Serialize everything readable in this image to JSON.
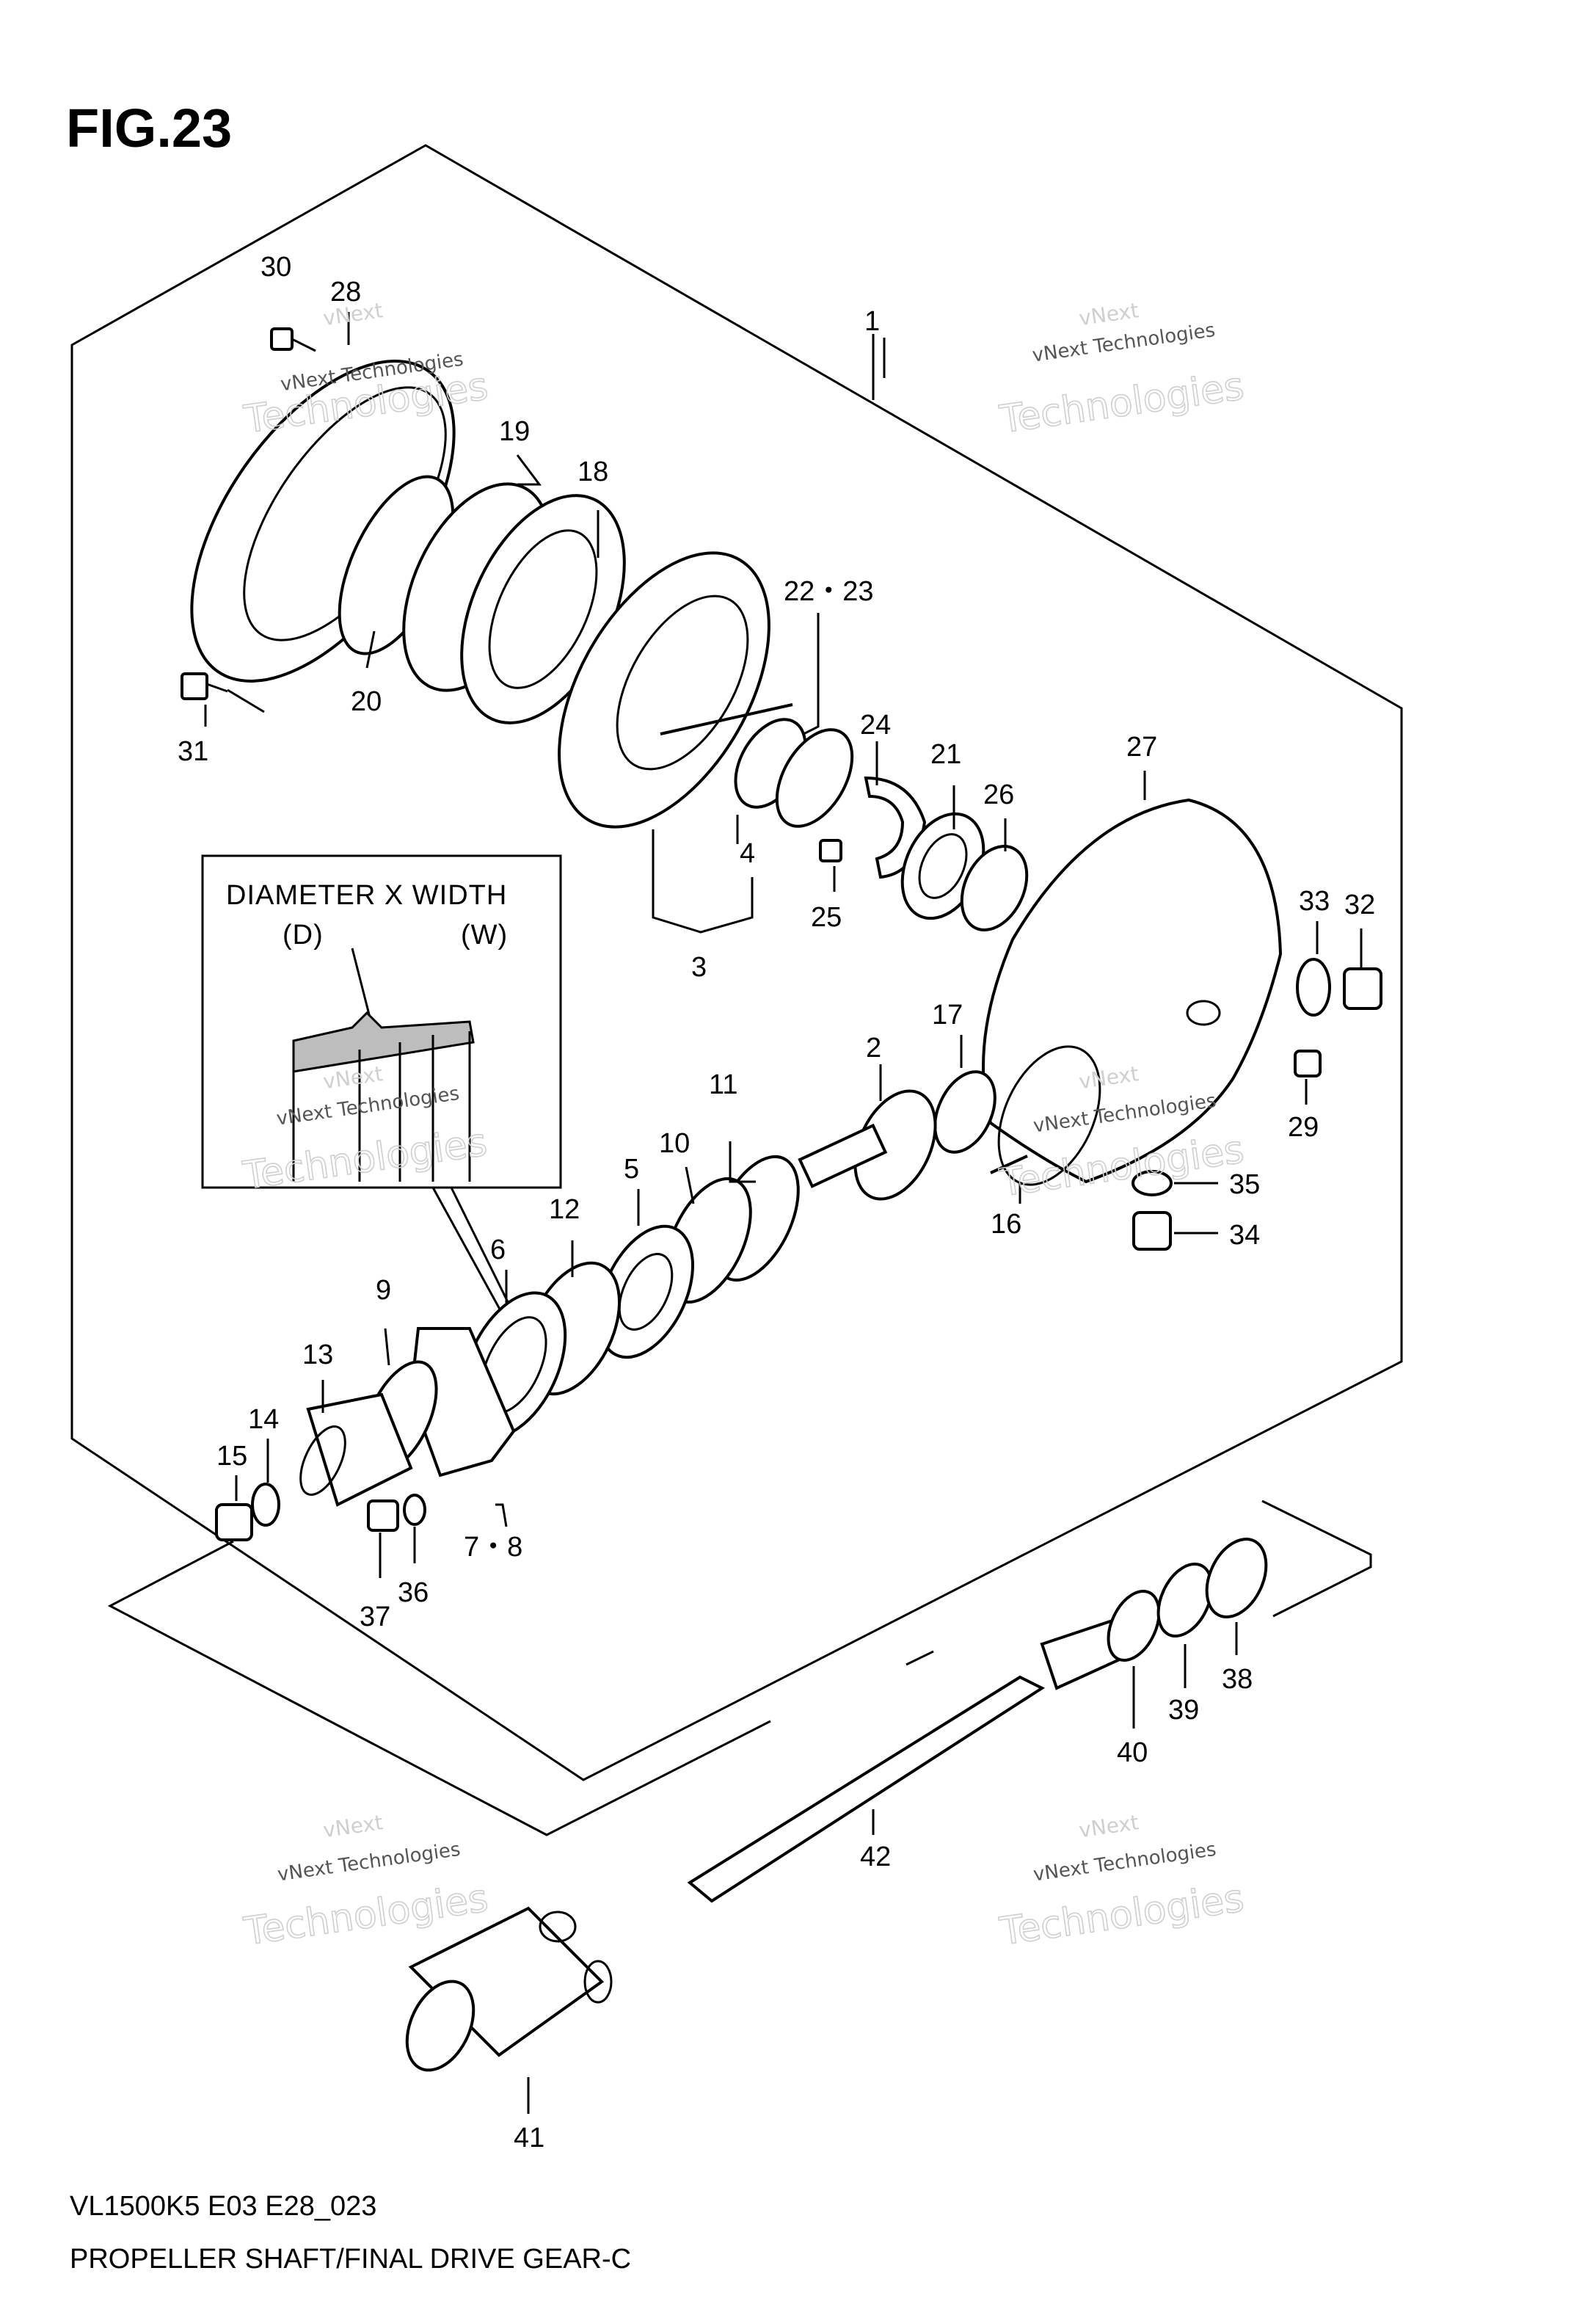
{
  "figure": {
    "title": "FIG.23",
    "model_code": "VL1500K5 E03 E28_023",
    "caption": "PROPELLER SHAFT/FINAL DRIVE GEAR-C"
  },
  "inset": {
    "heading": "DIAMETER X WIDTH",
    "label_d": "(D)",
    "label_w": "(W)"
  },
  "watermark": {
    "brand": "vNext",
    "line_small": "vNext Technologies",
    "line_big": "Technologies"
  },
  "callouts": [
    {
      "id": "c1",
      "text": "1"
    },
    {
      "id": "c2",
      "text": "2"
    },
    {
      "id": "c3",
      "text": "3"
    },
    {
      "id": "c4",
      "text": "4"
    },
    {
      "id": "c5",
      "text": "5"
    },
    {
      "id": "c6",
      "text": "6"
    },
    {
      "id": "c78",
      "text": "7・8"
    },
    {
      "id": "c9",
      "text": "9"
    },
    {
      "id": "c10",
      "text": "10"
    },
    {
      "id": "c11",
      "text": "11"
    },
    {
      "id": "c12",
      "text": "12"
    },
    {
      "id": "c13",
      "text": "13"
    },
    {
      "id": "c14",
      "text": "14"
    },
    {
      "id": "c15",
      "text": "15"
    },
    {
      "id": "c16",
      "text": "16"
    },
    {
      "id": "c17",
      "text": "17"
    },
    {
      "id": "c18",
      "text": "18"
    },
    {
      "id": "c19",
      "text": "19"
    },
    {
      "id": "c20",
      "text": "20"
    },
    {
      "id": "c21",
      "text": "21"
    },
    {
      "id": "c2223",
      "text": "22・23"
    },
    {
      "id": "c24",
      "text": "24"
    },
    {
      "id": "c25",
      "text": "25"
    },
    {
      "id": "c26",
      "text": "26"
    },
    {
      "id": "c27",
      "text": "27"
    },
    {
      "id": "c28",
      "text": "28"
    },
    {
      "id": "c29",
      "text": "29"
    },
    {
      "id": "c30",
      "text": "30"
    },
    {
      "id": "c31",
      "text": "31"
    },
    {
      "id": "c32",
      "text": "32"
    },
    {
      "id": "c33",
      "text": "33"
    },
    {
      "id": "c34",
      "text": "34"
    },
    {
      "id": "c35",
      "text": "35"
    },
    {
      "id": "c36",
      "text": "36"
    },
    {
      "id": "c37",
      "text": "37"
    },
    {
      "id": "c38",
      "text": "38"
    },
    {
      "id": "c39",
      "text": "39"
    },
    {
      "id": "c40",
      "text": "40"
    },
    {
      "id": "c41",
      "text": "41"
    },
    {
      "id": "c42",
      "text": "42"
    }
  ]
}
